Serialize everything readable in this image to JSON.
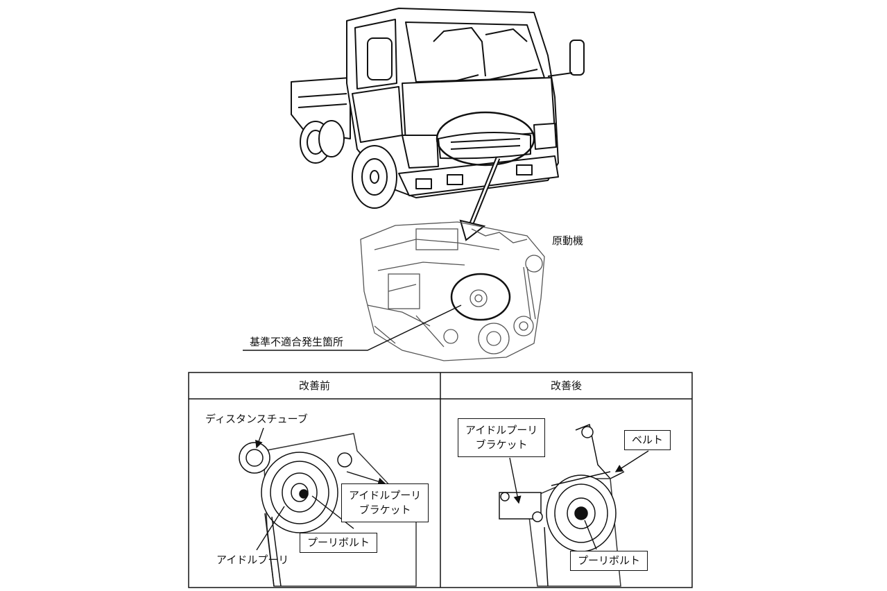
{
  "labels": {
    "engine": "原動機",
    "defect_location": "基準不適合発生箇所"
  },
  "table": {
    "before_header": "改善前",
    "after_header": "改善後",
    "before": {
      "distance_tube": "ディスタンスチューブ",
      "bracket": "アイドルプーリ\nブラケット",
      "pulley_bolt": "プーリボルト",
      "idle_pulley": "アイドルプーリ"
    },
    "after": {
      "bracket": "アイドルプーリ\nブラケット",
      "belt": "ベルト",
      "pulley_bolt": "プーリボルト"
    }
  }
}
